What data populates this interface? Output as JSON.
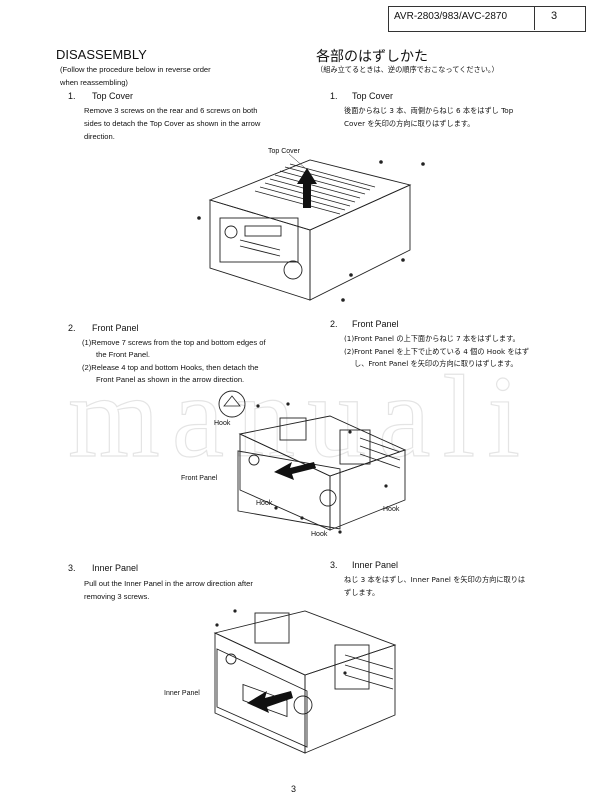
{
  "header": {
    "model": "AVR-2803/983/AVC-2870",
    "page": "3"
  },
  "left": {
    "title": "DISASSEMBLY",
    "note1": "(Follow the procedure below in reverse order",
    "note2": "when reassembling)",
    "s1": {
      "num": "1.",
      "title": "Top Cover",
      "l1": "Remove 3 screws on the rear and 6 screws on both",
      "l2": "sides to detach the Top Cover as shown in the arrow",
      "l3": "direction."
    },
    "s2": {
      "num": "2.",
      "title": "Front Panel",
      "l1": "(1)Remove 7 screws from the top and bottom edges of",
      "l2": "the Front Panel.",
      "l3": "(2)Release 4 top and bottom Hooks, then detach the",
      "l4": "Front Panel as shown in the arrow direction."
    },
    "s3": {
      "num": "3.",
      "title": "Inner Panel",
      "l1": "Pull out the Inner Panel in the arrow direction after",
      "l2": "removing 3 screws."
    }
  },
  "right": {
    "title": "各部のはずしかた",
    "note": "（組み立てるときは、逆の順序でおこなってください。）",
    "s1": {
      "num": "1.",
      "title": "Top Cover",
      "l1": "後面からねじ 3 本、両側からねじ 6 本をはずし Top",
      "l2": "Cover を矢印の方向に取りはずします。"
    },
    "s2": {
      "num": "2.",
      "title": "Front Panel",
      "l1": "(1)Front Panel の上下面からねじ 7 本をはずします。",
      "l2": "(2)Front Panel を上下で止めている 4 個の Hook をはず",
      "l3": "し、Front Panel を矢印の方向に取りはずします。"
    },
    "s3": {
      "num": "3.",
      "title": "Inner Panel",
      "l1": "ねじ 3 本をはずし、Inner Panel を矢印の方向に取りは",
      "l2": "ずします。"
    }
  },
  "figures": {
    "top_cover_label": "Top Cover",
    "hook_label": "Hook",
    "front_panel_label": "Front Panel",
    "inner_panel_label": "Inner Panel"
  },
  "watermark": "manuali",
  "footer": {
    "page": "3"
  }
}
